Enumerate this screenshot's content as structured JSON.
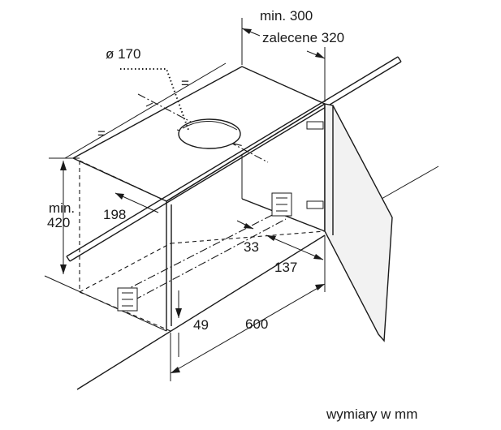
{
  "labels": {
    "min_300": "min. 300",
    "recommended_320": "zalecene 320",
    "diameter_170": "ø 170",
    "equal_1": "=",
    "equal_2": "=",
    "min_420_line1": "min.",
    "min_420_line2": "420",
    "dim_198": "198",
    "dim_33": "33",
    "dim_137": "137",
    "dim_49": "49",
    "dim_600": "600",
    "units_note": "wymiary w mm"
  }
}
